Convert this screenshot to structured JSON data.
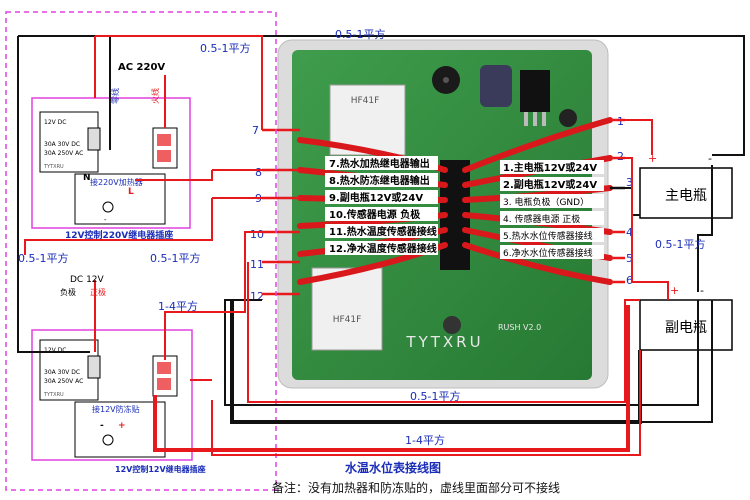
{
  "labels": {
    "top_gauge": "0.5-1平方",
    "left_gauge_top": "0.5-1平方",
    "left_gauge_mid": "0.5-1平方",
    "mid_gauge": "0.5-1平方",
    "ac": "AC  220V",
    "neutral": "零线",
    "live": "火线",
    "dc12": "DC  12V",
    "neg": "负极",
    "pos": "正极",
    "heater_box": "接220V加热器",
    "antifreeze_box": "接12V防冻贴",
    "heater_socket": "12V控制220V继电器插座",
    "antifreeze_socket": "12V控制12V继电器插座",
    "gauge_1_4_a": "1-4平方",
    "gauge_1_4_b": "1-4平方",
    "gauge_05_right": "0.5-1平方",
    "gauge_05_bottom": "0.5-1平方",
    "main_battery": "主电瓶",
    "sub_battery": "副电瓶",
    "title": "水温水位表接线图",
    "note": "备注：没有加热器和防冻贴的，虚线里面部分可不接线",
    "relay_spec_1": "12V DC",
    "relay_spec_2": "30A 30V DC",
    "relay_spec_3": "30A 250V AC",
    "relay_brand": "TYTXRU",
    "board_brand": "TYTXRU",
    "board_model": "RUSH V2.0",
    "relay_hf": "HF41F",
    "n_label": "N",
    "l_label": "L",
    "plus": "+",
    "minus": "-"
  },
  "pins_left": [
    {
      "num": "7",
      "text": "7.热水加热继电器输出"
    },
    {
      "num": "8",
      "text": "8.热水防冻继电器输出"
    },
    {
      "num": "9",
      "text": "9.副电瓶12V或24V"
    },
    {
      "num": "10",
      "text": "10.传感器电源  负极"
    },
    {
      "num": "11",
      "text": "11.热水温度传感器接线"
    },
    {
      "num": "12",
      "text": "12.净水温度传感器接线"
    }
  ],
  "pins_right": [
    {
      "num": "1",
      "text": "1.主电瓶12V或24V"
    },
    {
      "num": "2",
      "text": "2.副电瓶12V或24V"
    },
    {
      "num": "3",
      "text": "3. 电瓶负极（GND）"
    },
    {
      "num": "4",
      "text": "4. 传感器电源  正极"
    },
    {
      "num": "5",
      "text": "5.热水水位传感器接线"
    },
    {
      "num": "6",
      "text": "6.净水水位传感器接线"
    }
  ],
  "colors": {
    "wire_red": "#e8191c",
    "wire_black": "#111111",
    "dash_magenta": "#e040e0",
    "label_blue": "#1a2db8",
    "board_green": "#2f8a3c",
    "case_gray": "#d8d8d8"
  }
}
